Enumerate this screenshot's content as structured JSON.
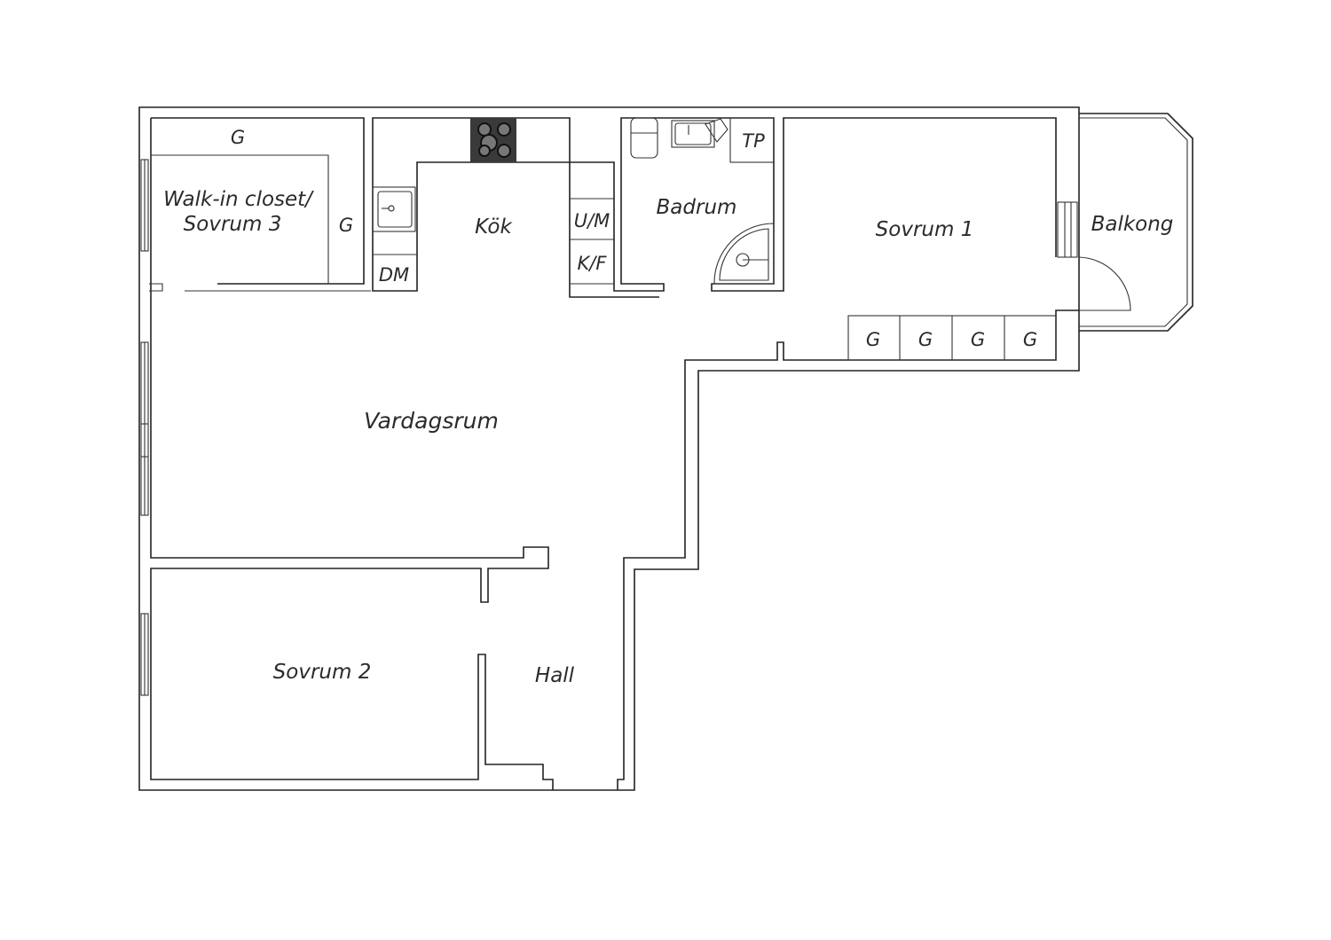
{
  "plan": {
    "rooms": {
      "walkin_line1": "Walk-in closet/",
      "walkin_line2": "Sovrum 3",
      "kitchen": "Kök",
      "bathroom": "Badrum",
      "bedroom1": "Sovrum 1",
      "balcony": "Balkong",
      "living_room": "Vardagsrum",
      "bedroom2": "Sovrum 2",
      "hall": "Hall"
    },
    "fixtures": {
      "closet_top": "G",
      "closet_side": "G",
      "dishwasher": "DM",
      "microwave_oven": "U/M",
      "fridge_freezer": "K/F",
      "washing_machine": "TP",
      "wardrobes": [
        "G",
        "G",
        "G",
        "G"
      ]
    }
  }
}
